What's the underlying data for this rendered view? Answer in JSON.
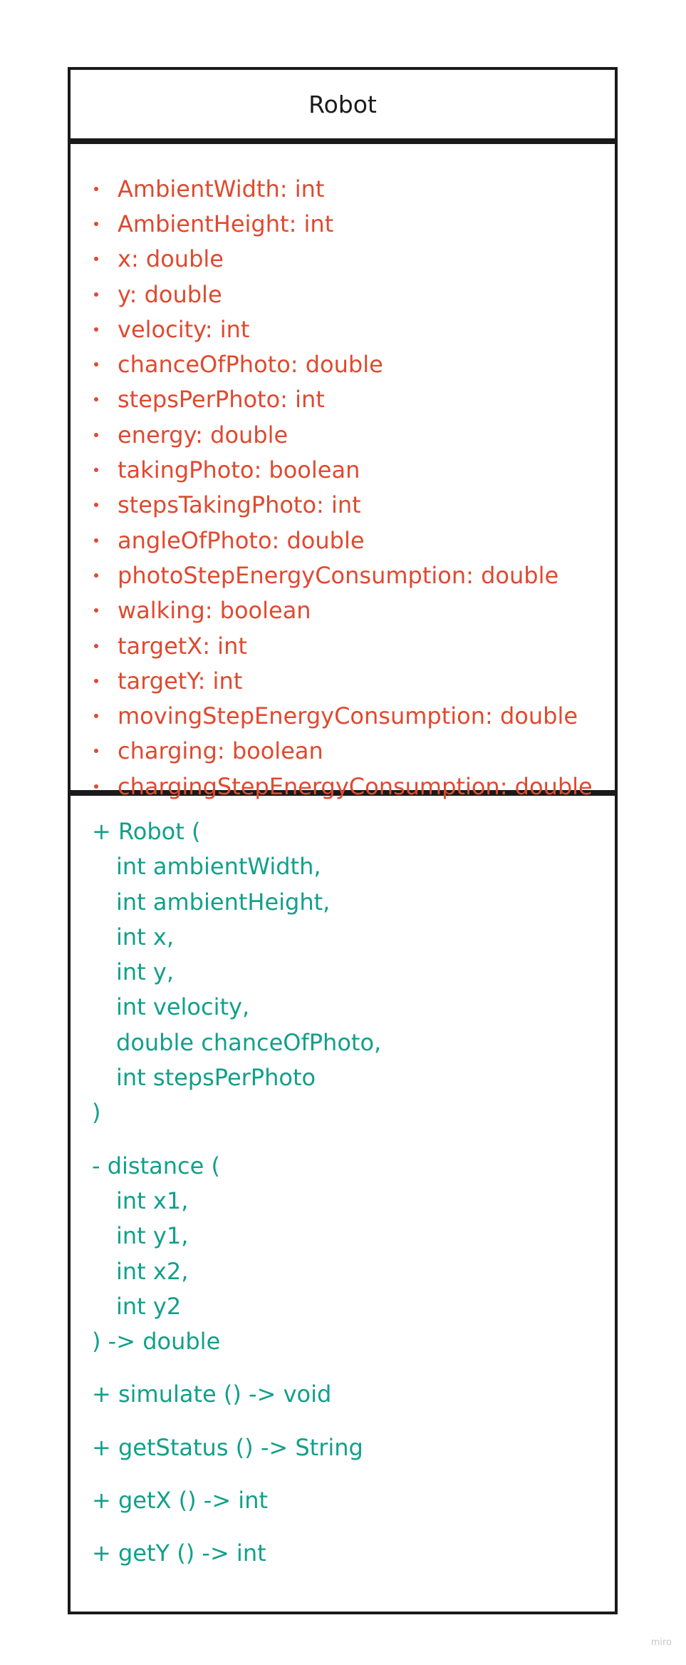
{
  "class_name": "Robot",
  "attributes": [
    "AmbientWidth: int",
    "AmbientHeight: int",
    "x: double",
    "y: double",
    "velocity: int",
    "chanceOfPhoto: double",
    "stepsPerPhoto: int",
    "energy: double",
    "takingPhoto: boolean",
    "stepsTakingPhoto: int",
    "angleOfPhoto: double",
    "photoStepEnergyConsumption: double",
    "walking: boolean",
    "targetX: int",
    "targetY: int",
    "movingStepEnergyConsumption: double",
    "charging: boolean",
    "chargingStepEnergyConsumption: double"
  ],
  "methods": {
    "constructor": {
      "header": "+ Robot (",
      "params": [
        "int ambientWidth,",
        "int ambientHeight,",
        "int x,",
        "int y,",
        "int velocity,",
        "double chanceOfPhoto,",
        "int stepsPerPhoto"
      ],
      "footer": ")"
    },
    "distance": {
      "header": "- distance (",
      "params": [
        "int x1,",
        "int y1,",
        "int x2,",
        "int y2"
      ],
      "footer": ") -> double"
    },
    "simulate": "+ simulate () -> void",
    "get_status": "+ getStatus () -> String",
    "get_x": "+ getX () -> int",
    "get_y": "+ getY () -> int"
  },
  "watermark": "miro",
  "colors": {
    "border": "#1a1a1a",
    "attribute_text": "#e0492f",
    "method_text": "#11a08a"
  }
}
